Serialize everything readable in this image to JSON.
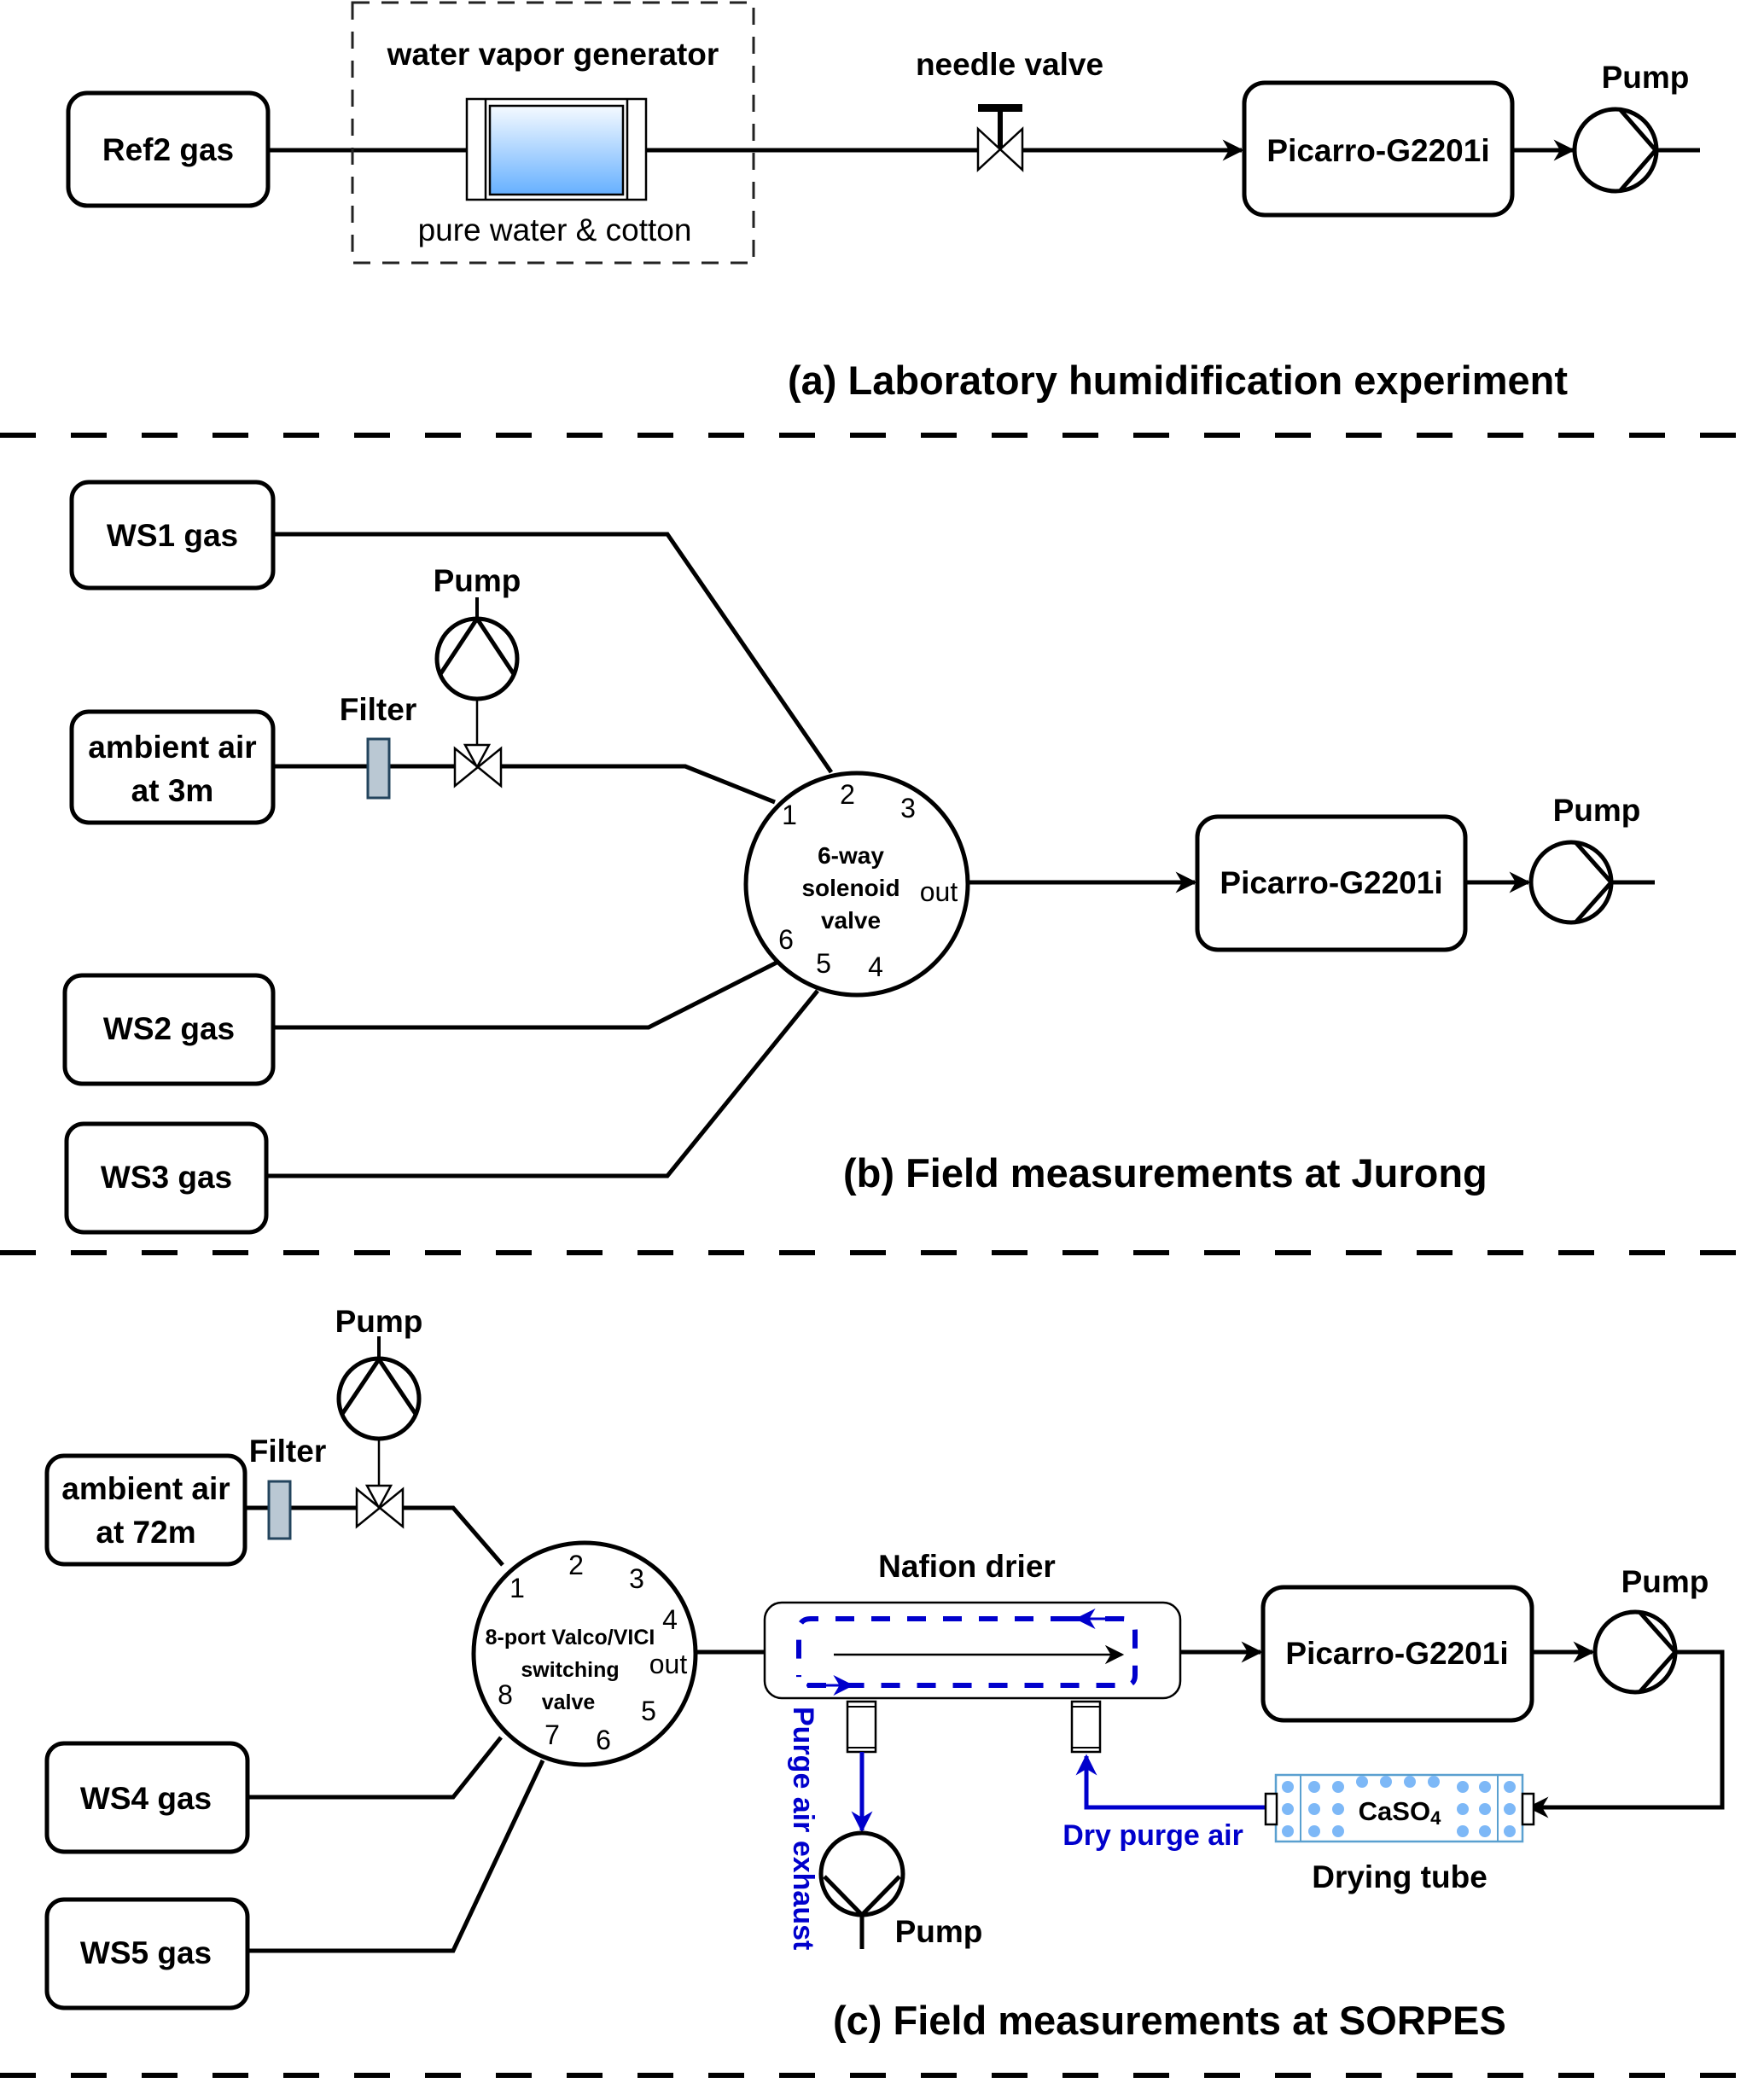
{
  "colors": {
    "line": "#000000",
    "purge_blue": "#0000CC",
    "filter_fill": "#BAC8D3",
    "filter_stroke": "#23445D",
    "drying_tube_stroke": "#5AA0D0",
    "drying_dots": "#7DB8F7",
    "water_top": "#F5FAFF",
    "water_bottom": "#66B0FF"
  },
  "panel_a": {
    "title": "(a)  Laboratory humidification experiment",
    "source": "Ref2 gas",
    "generator_label": "water vapor generator",
    "generator_caption": "pure water & cotton",
    "needle_valve_label": "needle valve",
    "analyzer": "Picarro-G2201i",
    "pump_label": "Pump"
  },
  "panel_b": {
    "title": "(b)  Field measurements at Jurong",
    "sources": [
      "WS1 gas",
      "WS2 gas",
      "WS3 gas"
    ],
    "ambient_line1": "ambient air",
    "ambient_line2": "at 3m",
    "filter_label": "Filter",
    "inlet_pump_label": "Pump",
    "valve_line1": "6-way",
    "valve_line2": "solenoid",
    "valve_line3": "valve",
    "ports": [
      "1",
      "2",
      "3",
      "4",
      "5",
      "6"
    ],
    "out_label": "out",
    "analyzer": "Picarro-G2201i",
    "pump_label": "Pump"
  },
  "panel_c": {
    "title": "(c)  Field measurements at SORPES",
    "sources": [
      "WS4 gas",
      "WS5 gas"
    ],
    "ambient_line1": "ambient air",
    "ambient_line2": "at 72m",
    "filter_label": "Filter",
    "inlet_pump_label": "Pump",
    "valve_line1": "8-port Valco/VICI",
    "valve_line2": "switching",
    "valve_line3": "valve",
    "ports": [
      "1",
      "2",
      "3",
      "4",
      "5",
      "6",
      "7",
      "8"
    ],
    "out_label": "out",
    "drier_label": "Nafion drier",
    "analyzer": "Picarro-G2201i",
    "pump_label": "Pump",
    "exhaust_pump_label": "Pump",
    "purge_exhaust_label": "Purge air exhaust",
    "dry_purge_label": "Dry purge air",
    "desiccant": "CaSO",
    "desiccant_sub": "4",
    "drying_tube_label": "Drying tube"
  }
}
